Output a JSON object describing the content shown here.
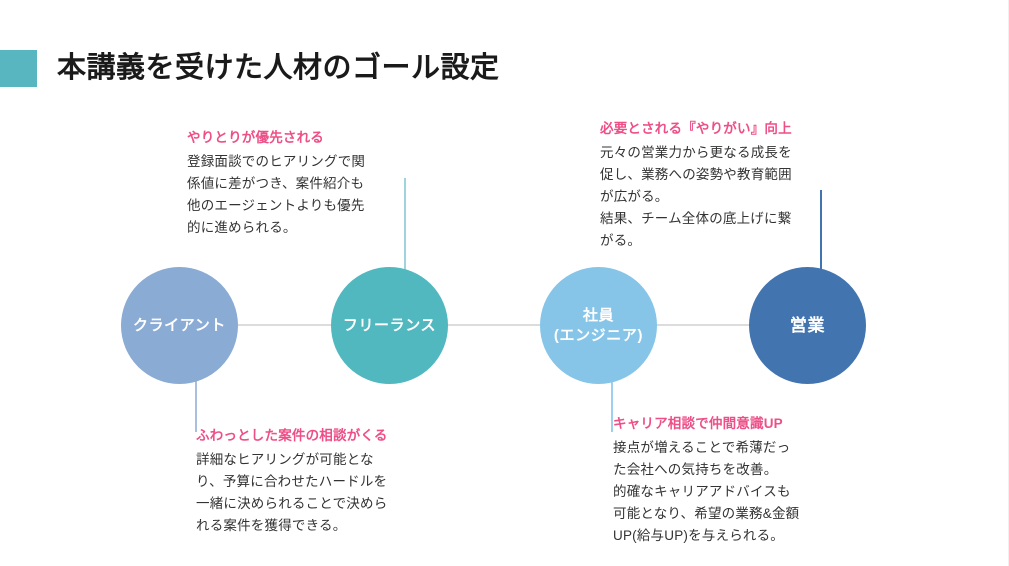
{
  "header": {
    "title": "本講義を受けた人材のゴール設定",
    "accent_color": "#58b6c0"
  },
  "flow": {
    "nodes": [
      {
        "id": "client",
        "label": "クライアント",
        "color": "#8aabd4"
      },
      {
        "id": "freelance",
        "label": "フリーランス",
        "color": "#51b8c0"
      },
      {
        "id": "employee",
        "label": "社員\n(エンジニア)",
        "color": "#86c5e8"
      },
      {
        "id": "sales",
        "label": "営業",
        "color": "#4274b0"
      }
    ],
    "connector_color": "#dcdcdc"
  },
  "callouts": {
    "top_left": {
      "heading": "やりとりが優先される",
      "body": "登録面談でのヒアリングで関\n係値に差がつき、案件紹介も\n他のエージェントよりも優先\n的に進められる。",
      "leader_color": "#9ed4dd"
    },
    "top_right": {
      "heading": "必要とされる『やりがい』向上",
      "body": "元々の営業力から更なる成長を\n促し、業務への姿勢や教育範囲\nが広がる。\n結果、チーム全体の底上げに繋\nがる。",
      "leader_color": "#4274b0"
    },
    "bottom_left": {
      "heading": "ふわっとした案件の相談がくる",
      "body": "詳細なヒアリングが可能とな\nり、予算に合わせたハードルを\n一緒に決められることで決めら\nれる案件を獲得できる。",
      "leader_color": "#a8c0dc"
    },
    "bottom_right": {
      "heading": "キャリア相談で仲間意識UP",
      "body": "接点が増えることで希薄だっ\nた会社への気持ちを改善。\n的確なキャリアアドバイスも\n可能となり、希望の業務&金額\nUP(給与UP)を与えられる。",
      "leader_color": "#9dd0ee"
    }
  },
  "theme": {
    "heading_pink": "#ee4f87",
    "body_text": "#333333",
    "background": "#ffffff"
  }
}
